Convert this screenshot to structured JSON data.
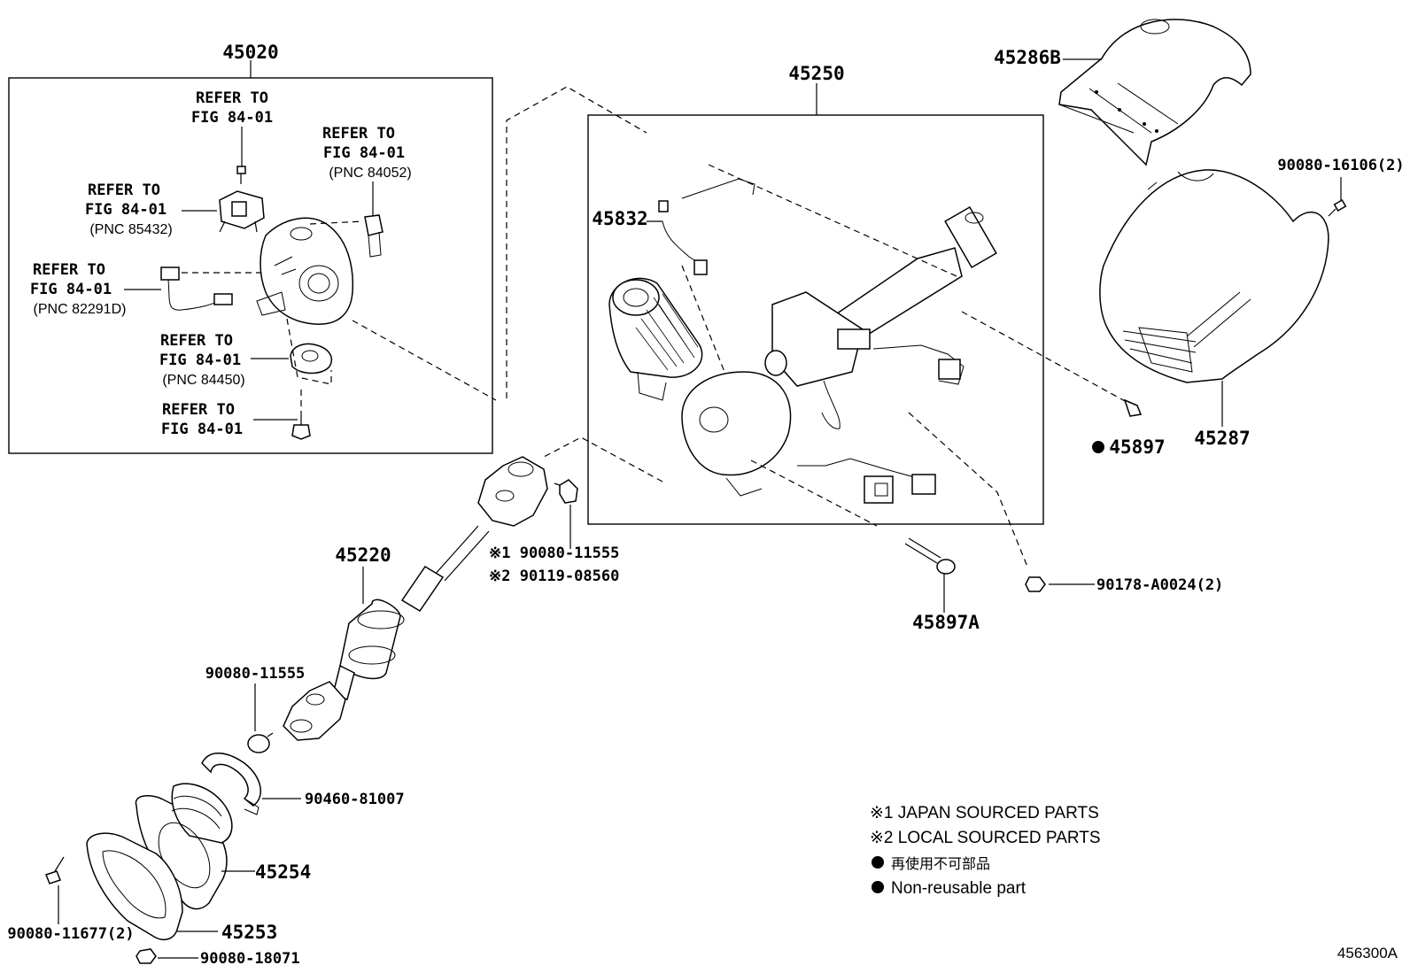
{
  "labels": {
    "p45020": "45020",
    "p45250": "45250",
    "p45286b": "45286B",
    "p45832": "45832",
    "p45287": "45287",
    "p45897": "45897",
    "p45897a": "45897A",
    "p45220": "45220",
    "p45254": "45254",
    "p45253": "45253",
    "p90080_16106": "90080-16106(2)",
    "p90178": "90178-A0024(2)",
    "p90080_11555_a": "※1 90080-11555",
    "p90119": "※2 90119-08560",
    "p90080_11555_b": "90080-11555",
    "p90460": "90460-81007",
    "p90080_11677": "90080-11677(2)",
    "p90080_18071": "90080-18071"
  },
  "refer": {
    "r1": {
      "line1": "REFER TO",
      "line2": "FIG 84-01"
    },
    "r2": {
      "line1": "REFER TO",
      "line2": "FIG 84-01",
      "line3": "(PNC 84052)"
    },
    "r3": {
      "line1": "REFER TO",
      "line2": "FIG 84-01",
      "line3": "(PNC 85432)"
    },
    "r4": {
      "line1": "REFER TO",
      "line2": "FIG 84-01",
      "line3": "(PNC 82291D)"
    },
    "r5": {
      "line1": "REFER TO",
      "line2": "FIG 84-01",
      "line3": "(PNC 84450)"
    },
    "r6": {
      "line1": "REFER TO",
      "line2": "FIG 84-01"
    }
  },
  "legend": {
    "note1": "※1 JAPAN SOURCED PARTS",
    "note2": "※2 LOCAL SOURCED PARTS",
    "note3": "再使用不可部品",
    "note4": "Non-reusable part"
  },
  "figure_code": "456300A"
}
